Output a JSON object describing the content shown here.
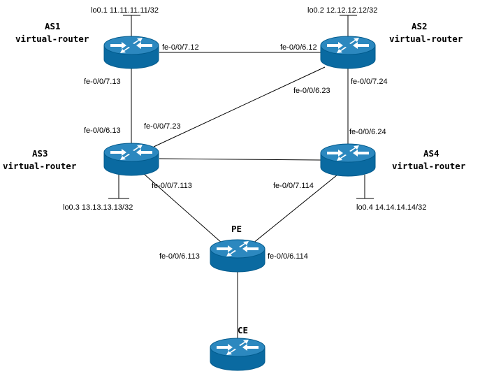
{
  "colors": {
    "router_fill": "#0a6aa1",
    "router_top": "#2c88bf",
    "router_edge": "#005a8c",
    "arrow": "#ffffff",
    "line": "#000000"
  },
  "routers": [
    {
      "id": "as1",
      "title": "AS1",
      "subtitle": "virtual-router",
      "icon": "router-icon"
    },
    {
      "id": "as2",
      "title": "AS2",
      "subtitle": "virtual-router",
      "icon": "router-icon"
    },
    {
      "id": "as3",
      "title": "AS3",
      "subtitle": "virtual-router",
      "icon": "router-icon"
    },
    {
      "id": "as4",
      "title": "AS4",
      "subtitle": "virtual-router",
      "icon": "router-icon"
    },
    {
      "id": "pe",
      "title": "PE",
      "subtitle": "",
      "icon": "router-icon"
    },
    {
      "id": "ce",
      "title": "CE",
      "subtitle": "",
      "icon": "router-icon"
    }
  ],
  "loopbacks": {
    "as1": "lo0.1 11.11.11.11/32",
    "as2": "lo0.2 12.12.12.12/32",
    "as3": "lo0.3 13.13.13.13/32",
    "as4": "lo0.4 14.14.14.14/32"
  },
  "interfaces": {
    "as1_as2_a": "fe-0/0/7.12",
    "as1_as2_b": "fe-0/0/6.12",
    "as1_as3_a": "fe-0/0/7.13",
    "as1_as3_b": "fe-0/0/6.13",
    "as2_as3_a": "fe-0/0/6.23",
    "as2_as3_b": "fe-0/0/7.23",
    "as2_as4_a": "fe-0/0/7.24",
    "as2_as4_b": "fe-0/0/6.24",
    "as3_pe_a": "fe-0/0/7.113",
    "as3_pe_b": "fe-0/0/6.113",
    "as4_pe_a": "fe-0/0/7.114",
    "as4_pe_b": "fe-0/0/6.114"
  }
}
